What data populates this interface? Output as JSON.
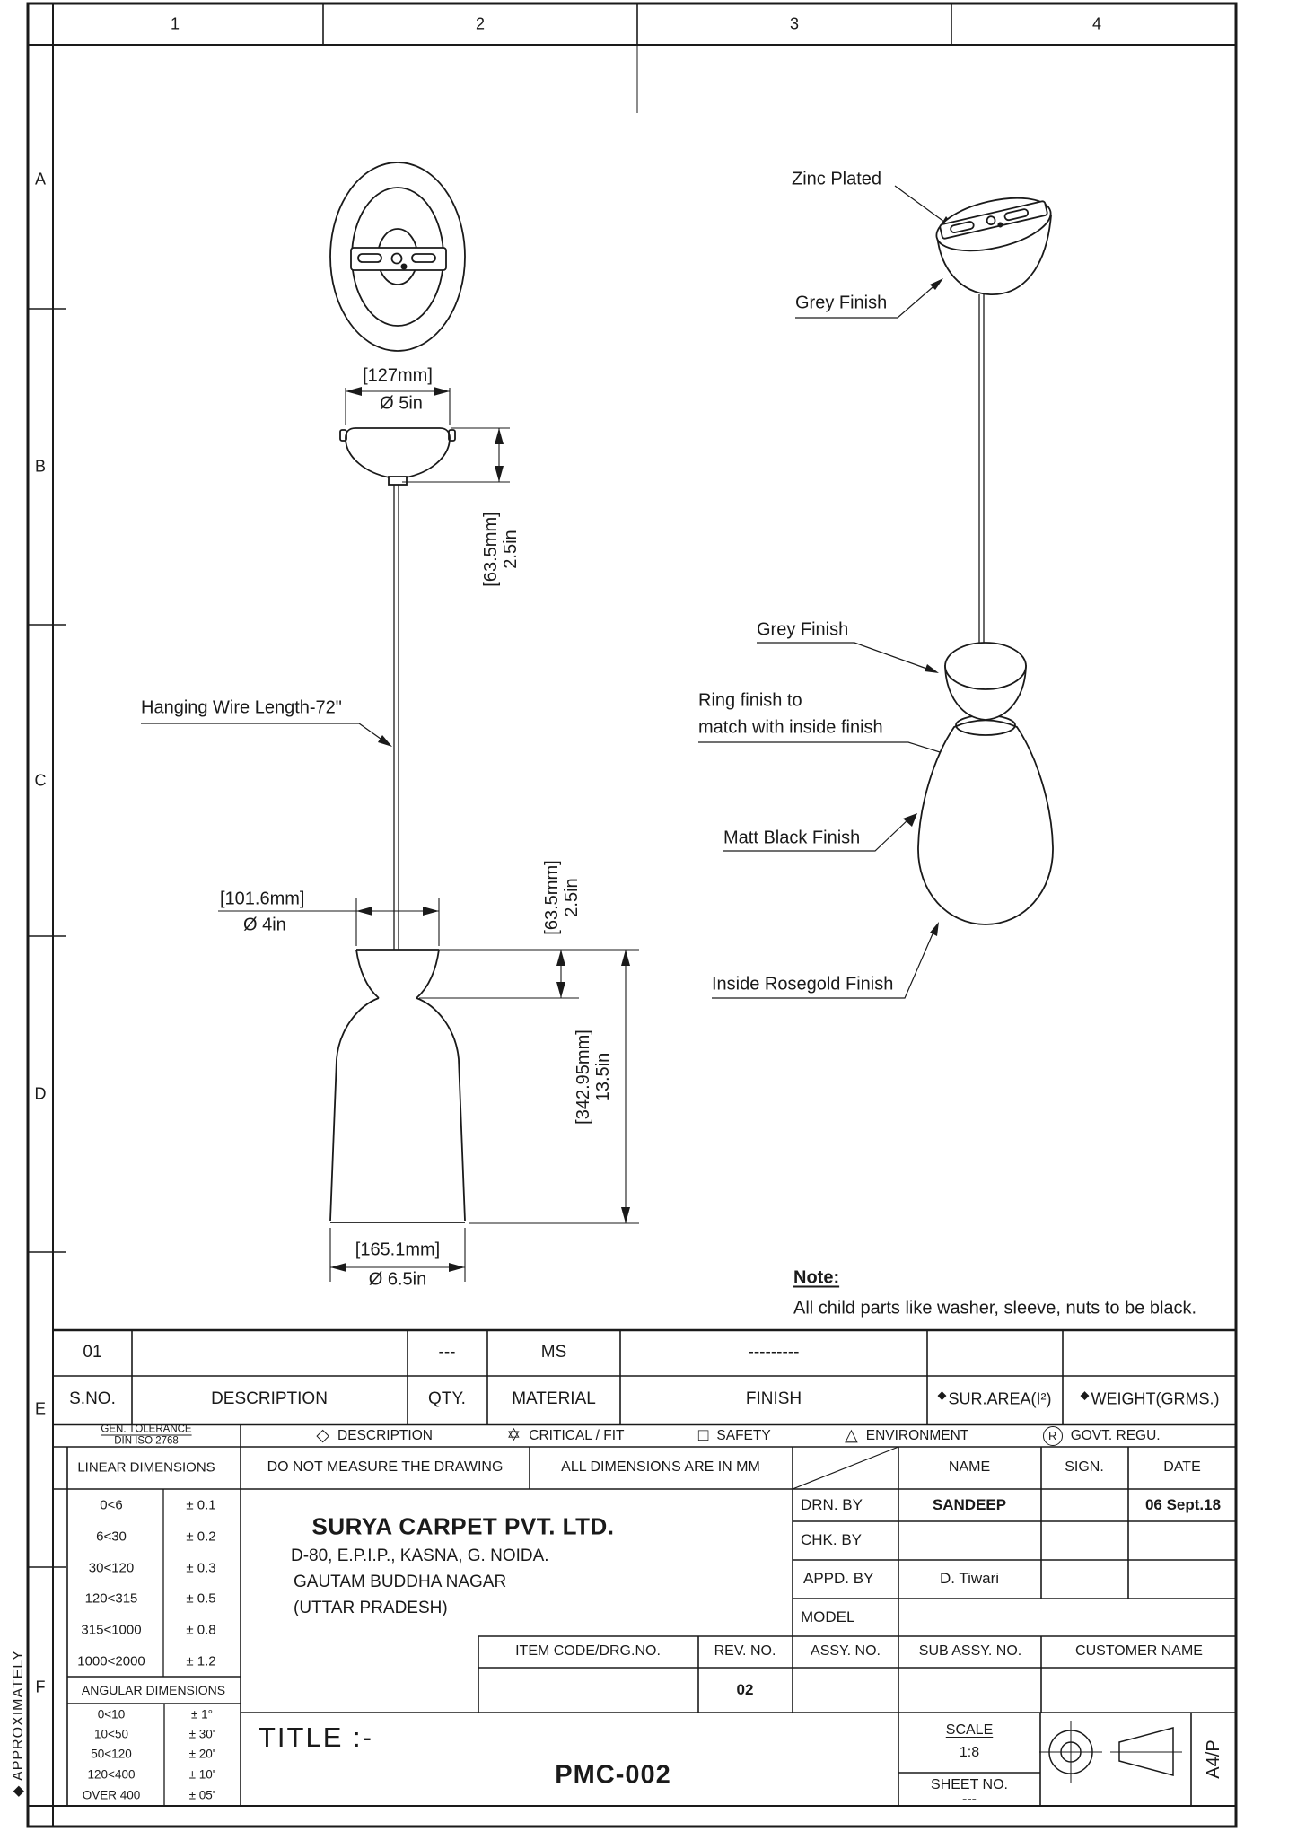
{
  "sheet": {
    "format": "A4/P",
    "margin_note": "◆ APPROXIMATELY",
    "zone_cols": [
      "1",
      "2",
      "3",
      "4"
    ],
    "zone_rows": [
      "A",
      "B",
      "C",
      "D",
      "E",
      "F"
    ]
  },
  "views": {
    "callouts": {
      "zinc_plated": "Zinc Plated",
      "grey_finish_top": "Grey Finish",
      "grey_finish_mid": "Grey Finish",
      "ring_finish_line1": "Ring finish to",
      "ring_finish_line2": "match with inside finish",
      "matt_black": "Matt Black Finish",
      "inside_rosegold": "Inside Rosegold Finish",
      "hanging_wire": "Hanging Wire Length-72\""
    },
    "dimensions": {
      "canopy_dia_mm": "[127mm]",
      "canopy_dia_in": "Ø 5in",
      "canopy_h_mm": "[63.5mm]",
      "canopy_h_in": "2.5in",
      "holder_dia_mm": "[101.6mm]",
      "holder_dia_in": "Ø 4in",
      "holder_h_mm": "[63.5mm]",
      "holder_h_in": "2.5in",
      "total_h_mm": "[342.95mm]",
      "total_h_in": "13.5in",
      "shade_dia_mm": "[165.1mm]",
      "shade_dia_in": "Ø 6.5in"
    },
    "note": {
      "title": "Note:",
      "body": "All child parts like washer, sleeve, nuts to be black."
    }
  },
  "parts_table": {
    "headers": {
      "sno": "S.NO.",
      "desc": "DESCRIPTION",
      "qty": "QTY.",
      "material": "MATERIAL",
      "finish": "FINISH",
      "sur_marker": "◆",
      "sur": "SUR.AREA(I²)",
      "weight_marker": "◆",
      "weight": "WEIGHT(GRMS.)"
    },
    "row": {
      "sno": "01",
      "desc": "",
      "qty": "---",
      "material": "MS",
      "finish": "---------",
      "sur": "",
      "weight": ""
    }
  },
  "tolerance_legend": {
    "line1": "GEN. TOLERANCE",
    "line2": "DIN ISO 2768"
  },
  "symbol_legend": {
    "items": [
      {
        "glyph": "◇",
        "label": "DESCRIPTION"
      },
      {
        "glyph": "✡",
        "label": "CRITICAL / FIT"
      },
      {
        "glyph": "□",
        "label": "SAFETY"
      },
      {
        "glyph": "△",
        "label": "ENVIRONMENT"
      },
      {
        "glyph": "R",
        "label": "GOVT. REGU."
      }
    ]
  },
  "instructions": {
    "no_measure": "DO NOT MEASURE THE DRAWING",
    "units": "ALL DIMENSIONS ARE IN MM"
  },
  "linear_tol": {
    "header": "LINEAR DIMENSIONS",
    "rows": [
      [
        "0<6",
        "± 0.1"
      ],
      [
        "6<30",
        "± 0.2"
      ],
      [
        "30<120",
        "± 0.3"
      ],
      [
        "120<315",
        "± 0.5"
      ],
      [
        "315<1000",
        "± 0.8"
      ],
      [
        "1000<2000",
        "± 1.2"
      ]
    ]
  },
  "angular_tol": {
    "header": "ANGULAR DIMENSIONS",
    "rows": [
      [
        "0<10",
        "± 1°"
      ],
      [
        "10<50",
        "± 30'"
      ],
      [
        "50<120",
        "± 20'"
      ],
      [
        "120<400",
        "± 10'"
      ],
      [
        "OVER 400",
        "± 05'"
      ]
    ]
  },
  "company": {
    "name": "SURYA CARPET PVT. LTD.",
    "address1": "D-80, E.P.I.P., KASNA, G. NOIDA.",
    "address2": "GAUTAM BUDDHA NAGAR",
    "address3": "(UTTAR PRADESH)"
  },
  "approval": {
    "headers": {
      "name": "NAME",
      "sign": "SIGN.",
      "date": "DATE"
    },
    "rows": [
      {
        "label": "DRN. BY",
        "name": "SANDEEP",
        "sign": "",
        "date": "06 Sept.18"
      },
      {
        "label": "CHK. BY",
        "name": "",
        "sign": "",
        "date": ""
      },
      {
        "label": "APPD. BY",
        "name": "D. Tiwari",
        "sign": "",
        "date": ""
      },
      {
        "label": "MODEL",
        "name": "",
        "sign": "",
        "date": ""
      }
    ]
  },
  "codes": {
    "item": "ITEM CODE/DRG.NO.",
    "rev": "REV. NO.",
    "assy": "ASSY. NO.",
    "sub": "SUB ASSY. NO.",
    "customer": "CUSTOMER NAME",
    "rev_value": "02"
  },
  "title_block": {
    "label": "TITLE :-",
    "value": "PMC-002",
    "scale_label": "SCALE",
    "scale_value": "1:8",
    "sheet_label": "SHEET NO.",
    "sheet_value": "---"
  }
}
